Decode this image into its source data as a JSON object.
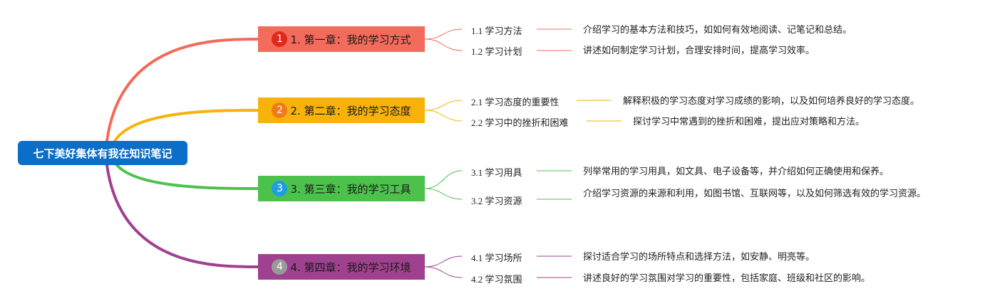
{
  "root": {
    "title": "七下美好集体有我在知识笔记"
  },
  "chapters": [
    {
      "num": "1",
      "title": "1. 第一章：我的学习方式",
      "color": "#f26b5b",
      "badge_color": "#e0291b",
      "subs": [
        {
          "title": "1.1 学习方法",
          "desc": "介绍学习的基本方法和技巧，如如何有效地阅读、记笔记和总结。"
        },
        {
          "title": "1.2 学习计划",
          "desc": "讲述如何制定学习计划，合理安排时间，提高学习效率。"
        }
      ]
    },
    {
      "num": "2",
      "title": "2. 第二章：我的学习态度",
      "color": "#f7b30b",
      "badge_color": "#f07a17",
      "subs": [
        {
          "title": "2.1 学习态度的重要性",
          "desc": "解释积极的学习态度对学习成绩的影响，以及如何培养良好的学习态度。"
        },
        {
          "title": "2.2 学习中的挫折和困难",
          "desc": "探讨学习中常遇到的挫折和困难，提出应对策略和方法。"
        }
      ]
    },
    {
      "num": "3",
      "title": "3. 第三章：我的学习工具",
      "color": "#4cc24c",
      "badge_color": "#1e9ee0",
      "subs": [
        {
          "title": "3.1 学习用具",
          "desc": "列举常用的学习用具，如文具、电子设备等，并介绍如何正确使用和保养。"
        },
        {
          "title": "3.2 学习资源",
          "desc": "介绍学习资源的来源和利用，如图书馆、互联网等，以及如何筛选有效的学习资源。"
        }
      ]
    },
    {
      "num": "4",
      "title": "4. 第四章：我的学习环境",
      "color": "#a0418f",
      "badge_color": "#9a9a9a",
      "subs": [
        {
          "title": "4.1 学习场所",
          "desc": "探讨适合学习的场所特点和选择方法，如安静、明亮等。"
        },
        {
          "title": "4.2 学习氛围",
          "desc": "讲述良好的学习氛围对学习的重要性，包括家庭、班级和社区的影响。"
        }
      ]
    }
  ]
}
